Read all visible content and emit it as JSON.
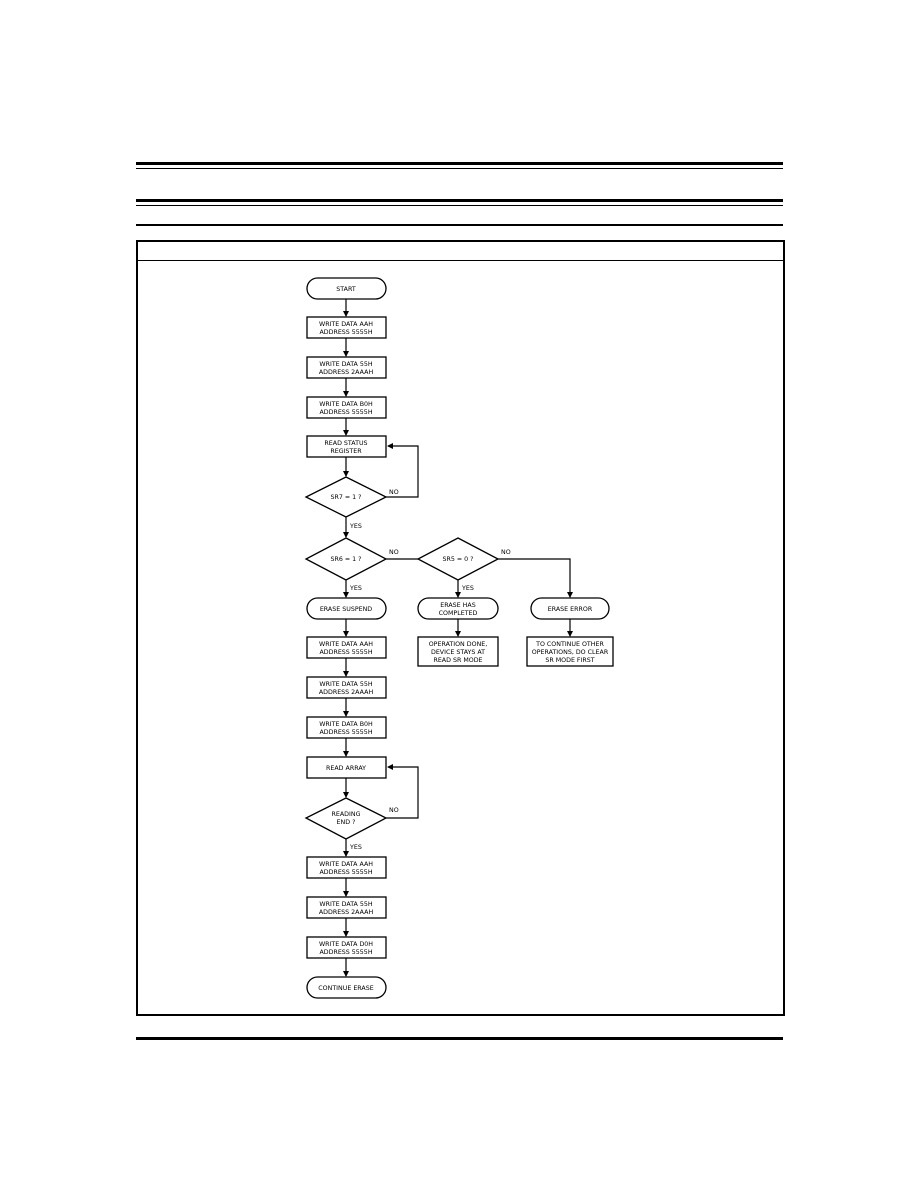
{
  "flowchart": {
    "start": "START",
    "write_1a": [
      "WRITE DATA AAH",
      "ADDRESS 5555H"
    ],
    "write_1b": [
      "WRITE DATA 55H",
      "ADDRESS 2AAAH"
    ],
    "write_1c": [
      "WRITE DATA B0H",
      "ADDRESS 5555H"
    ],
    "read_status": [
      "READ STATUS",
      "REGISTER"
    ],
    "dec_sr7": "SR7 = 1 ?",
    "dec_sr6": "SR6 = 1 ?",
    "dec_sr5": "SR5 = 0 ?",
    "erase_suspend": "ERASE SUSPEND",
    "erase_completed": [
      "ERASE HAS",
      "COMPLETED"
    ],
    "erase_error": "ERASE ERROR",
    "op_done": [
      "OPERATION DONE,",
      "DEVICE STAYS AT",
      "READ SR MODE"
    ],
    "continue_other": [
      "TO CONTINUE OTHER",
      "OPERATIONS, DO CLEAR",
      "SR MODE FIRST"
    ],
    "write_2a": [
      "WRITE DATA AAH",
      "ADDRESS 5555H"
    ],
    "write_2b": [
      "WRITE DATA 55H",
      "ADDRESS 2AAAH"
    ],
    "write_2c": [
      "WRITE DATA B0H",
      "ADDRESS 5555H"
    ],
    "read_array": "READ ARRAY",
    "dec_reading": [
      "READING",
      "END ?"
    ],
    "write_3a": [
      "WRITE DATA AAH",
      "ADDRESS 5555H"
    ],
    "write_3b": [
      "WRITE DATA 55H",
      "ADDRESS 2AAAH"
    ],
    "write_3c": [
      "WRITE DATA D0H",
      "ADDRESS 5555H"
    ],
    "continue_erase": "CONTINUE ERASE",
    "label_yes": "YES",
    "label_no": "NO"
  }
}
